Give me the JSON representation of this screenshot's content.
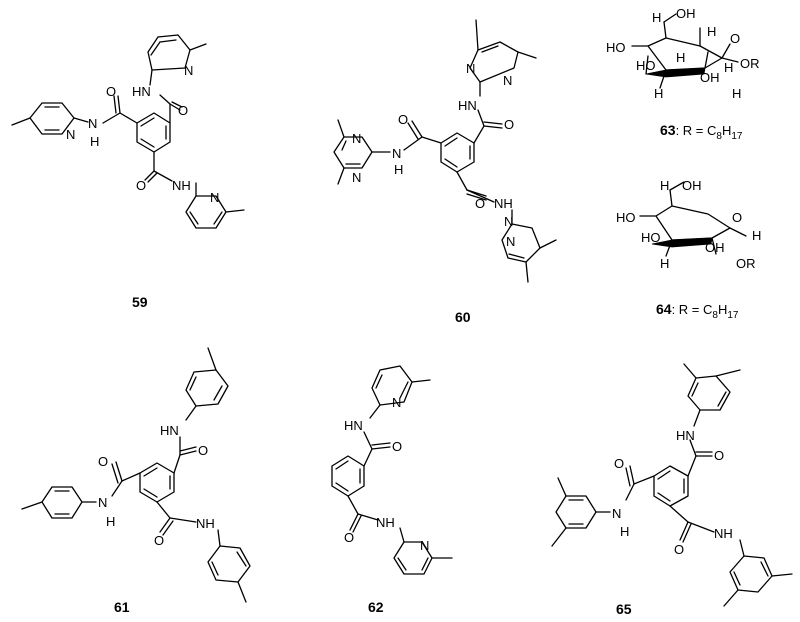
{
  "compounds": [
    {
      "number": "59"
    },
    {
      "number": "60"
    },
    {
      "number": "61"
    },
    {
      "number": "62"
    },
    {
      "number": "63",
      "r_group": ": R = C",
      "r_sub1": "8",
      "r_mid": "H",
      "r_sub2": "17"
    },
    {
      "number": "64",
      "r_group": ": R = C",
      "r_sub1": "8",
      "r_mid": "H",
      "r_sub2": "17"
    },
    {
      "number": "65"
    }
  ],
  "atoms": {
    "n": "N",
    "nh": "NH",
    "hn": "HN",
    "h": "H",
    "o": "O",
    "oh": "OH",
    "ho": "HO",
    "or": "OR"
  }
}
